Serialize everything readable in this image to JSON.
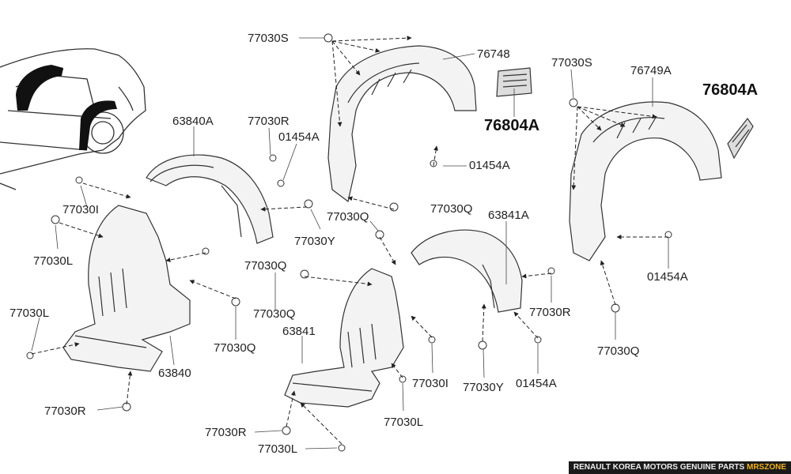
{
  "callouts": {
    "car_top": "77030S",
    "c76748": "76748",
    "c77030S_right": "77030S",
    "c76749A": "76749A",
    "c76804A_right": "76804A",
    "c76804A_center": "76804A",
    "c63840A": "63840A",
    "c77030R_top": "77030R",
    "c01454A_top": "01454A",
    "c01454A_mid": "01454A",
    "c77030I_left": "77030I",
    "c77030Q_mid": "77030Q",
    "c77030Q_pin": "77030Q",
    "c63841A": "63841A",
    "c77030L_left": "77030L",
    "c77030Y_top": "77030Y",
    "c77030Q_leftmid": "77030Q",
    "c01454A_right": "01454A",
    "c77030Q_bl": "77030Q",
    "c77030R_right": "77030R",
    "c77030L_far": "77030L",
    "c63841": "63841",
    "c77030Q_low": "77030Q",
    "c77030Q_right": "77030Q",
    "c63840": "63840",
    "c77030I_center": "77030I",
    "c77030Y_center": "77030Y",
    "c01454A_bottom": "01454A",
    "c77030R_left": "77030R",
    "c77030L_center": "77030L",
    "c77030R_bottom": "77030R",
    "c77030L_bottom": "77030L"
  },
  "footer": {
    "text": "RENAULT KOREA MOTORS GENUINE PARTS",
    "brand": "MRSZONE"
  }
}
